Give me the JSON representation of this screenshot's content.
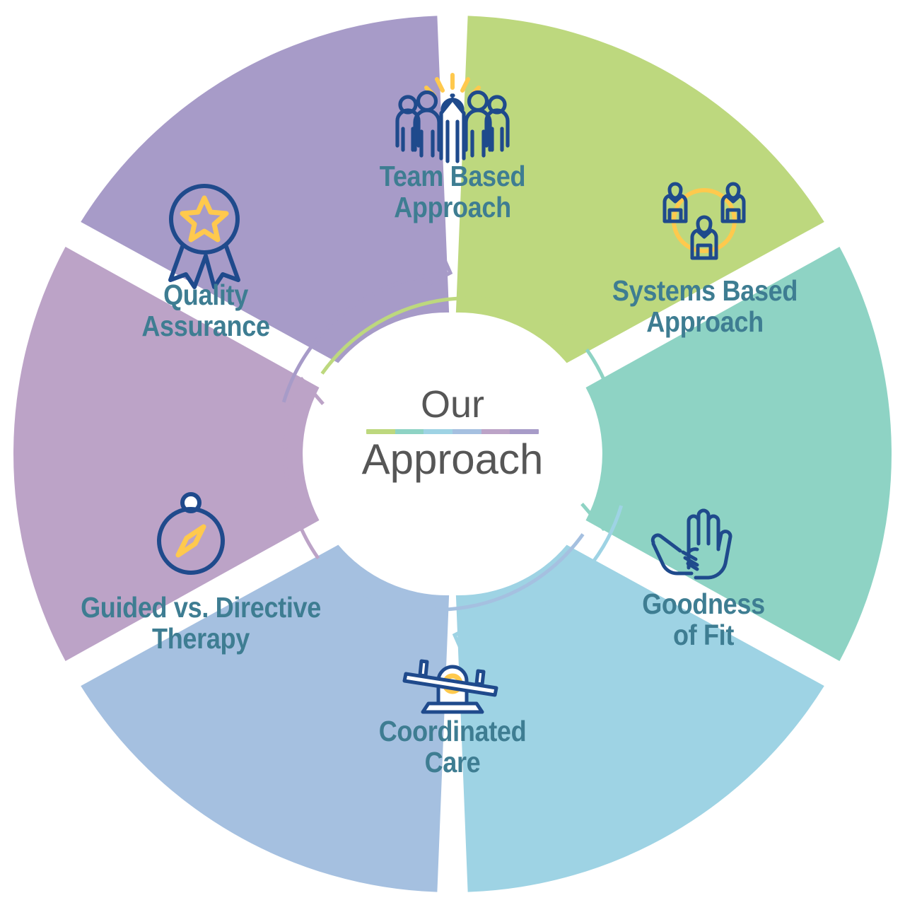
{
  "diagram": {
    "type": "circular-process-wheel",
    "title_line1": "Our",
    "title_line2": "Approach",
    "segment_count": 6,
    "flow_direction": "clockwise",
    "background_color": "#ffffff",
    "label_text_color": "#3e7d92",
    "center_text_color": "#565656",
    "icon_stroke_color": "#1f4a8c",
    "icon_accent_color": "#ffc94d",
    "center_rule_colors": [
      "#bdd87e",
      "#8ed3c4",
      "#9ed3e4",
      "#a5c0e0",
      "#bca3c7",
      "#a79bc8"
    ]
  },
  "segments": [
    {
      "id": "team-based-approach",
      "label": "Team Based\nApproach",
      "color": "#bdd87e",
      "icon": "team-people-icon",
      "position": "top",
      "order": 1
    },
    {
      "id": "systems-based-approach",
      "label": "Systems Based\nApproach",
      "color": "#8ed3c4",
      "icon": "three-people-circle-icon",
      "position": "top-right",
      "order": 2
    },
    {
      "id": "goodness-of-fit",
      "label": "Goodness\nof Fit",
      "color": "#9ed3e4",
      "icon": "helping-hands-icon",
      "position": "bottom-right",
      "order": 3
    },
    {
      "id": "coordinated-care",
      "label": "Coordinated\nCare",
      "color": "#a5c0e0",
      "icon": "seesaw-balance-icon",
      "position": "bottom",
      "order": 4
    },
    {
      "id": "guided-vs-directive-therapy",
      "label": "Guided vs. Directive\nTherapy",
      "color": "#bca3c7",
      "icon": "compass-icon",
      "position": "bottom-left",
      "order": 5
    },
    {
      "id": "quality-assurance",
      "label": "Quality\nAssurance",
      "color": "#a79bc8",
      "icon": "award-ribbon-star-icon",
      "position": "top-left",
      "order": 6
    }
  ],
  "arrows": [
    {
      "id": "arrow-team-to-systems",
      "color": "#bdd87e"
    },
    {
      "id": "arrow-systems-to-goodness",
      "color": "#8ed3c4"
    },
    {
      "id": "arrow-goodness-to-care",
      "color": "#9ed3e4"
    },
    {
      "id": "arrow-care-to-guided",
      "color": "#a5c0e0"
    },
    {
      "id": "arrow-guided-to-quality",
      "color": "#bca3c7"
    },
    {
      "id": "arrow-quality-to-team",
      "color": "#a79bc8"
    }
  ]
}
